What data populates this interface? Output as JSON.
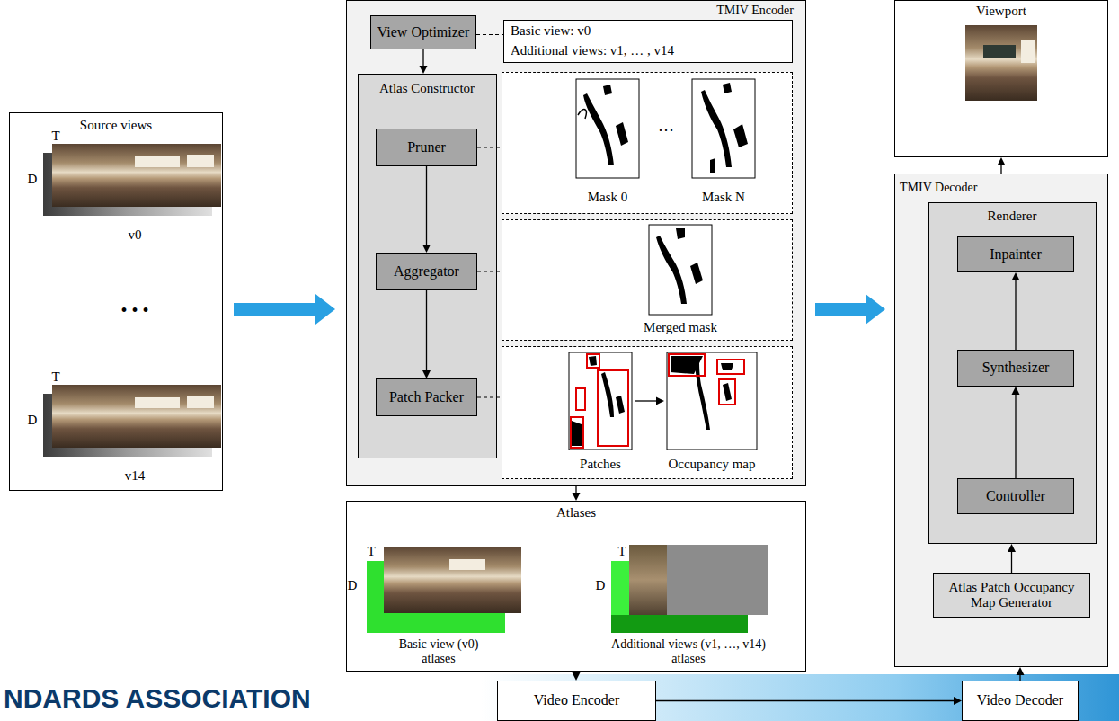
{
  "diagram": {
    "nodes": [
      {
        "text": [
          "Source views",
          "T",
          "D",
          "v0",
          "• • •",
          "T",
          "D",
          "v14"
        ]
      },
      {
        "text": [
          "TMIV Encoder"
        ]
      },
      {
        "text": [
          "View Optimizer"
        ],
        "in": 1
      },
      {
        "text": [
          "Basic view: v0",
          "Additional views: v1, … , v14"
        ],
        "in": 1
      },
      {
        "text": [
          "Atlas Constructor"
        ],
        "in": 1
      },
      {
        "text": [
          "Pruner"
        ],
        "in": 4
      },
      {
        "text": [
          "Aggregator"
        ],
        "in": 4
      },
      {
        "text": [
          "Patch Packer"
        ],
        "in": 4
      },
      {
        "text": [
          "Mask 0",
          "…",
          "Mask N"
        ],
        "in": 1
      },
      {
        "text": [
          "Merged mask"
        ],
        "in": 1
      },
      {
        "text": [
          "Patches",
          "Occupancy map"
        ],
        "in": 1
      },
      {
        "text": [
          "Atlases",
          "T",
          "D",
          "Basic view (v0) atlases",
          "T",
          "D",
          "Additional views (v1, …, v14) atlases"
        ]
      },
      {
        "text": [
          "Video Encoder"
        ]
      },
      {
        "text": [
          "Viewport"
        ]
      },
      {
        "text": [
          "TMIV Decoder"
        ]
      },
      {
        "text": [
          "Renderer"
        ],
        "in": 14
      },
      {
        "text": [
          "Inpainter"
        ],
        "in": 15
      },
      {
        "text": [
          "Synthesizer"
        ],
        "in": 15
      },
      {
        "text": [
          "Controller"
        ],
        "in": 15
      },
      {
        "text": [
          "Atlas Patch Occupancy Map Generator"
        ],
        "in": 14
      },
      {
        "text": [
          "Video Decoder"
        ]
      }
    ],
    "edges": [
      {
        "from": 0,
        "to": 1,
        "arrow": "to"
      },
      {
        "from": 1,
        "to": 14,
        "arrow": "to"
      },
      {
        "from": 2,
        "to": 4,
        "arrow": "to"
      },
      {
        "from": 2,
        "to": 3,
        "arrow": "none"
      },
      {
        "from": 5,
        "to": 6,
        "arrow": "to"
      },
      {
        "from": 6,
        "to": 7,
        "arrow": "to"
      },
      {
        "from": 5,
        "to": 8,
        "arrow": "none"
      },
      {
        "from": 6,
        "to": 9,
        "arrow": "none"
      },
      {
        "from": 7,
        "to": 10,
        "arrow": "none"
      },
      {
        "from": 1,
        "to": 11,
        "arrow": "to"
      },
      {
        "from": 11,
        "to": 12,
        "arrow": "to"
      },
      {
        "from": 12,
        "to": 20,
        "arrow": "to"
      },
      {
        "from": 20,
        "to": 14,
        "arrow": "to"
      },
      {
        "from": 19,
        "to": 15,
        "arrow": "to"
      },
      {
        "from": 18,
        "to": 17,
        "arrow": "to"
      },
      {
        "from": 17,
        "to": 16,
        "arrow": "to"
      },
      {
        "from": 14,
        "to": 13,
        "arrow": "to"
      }
    ],
    "labels": [
      "NDARDS ASSOCIATION"
    ]
  }
}
